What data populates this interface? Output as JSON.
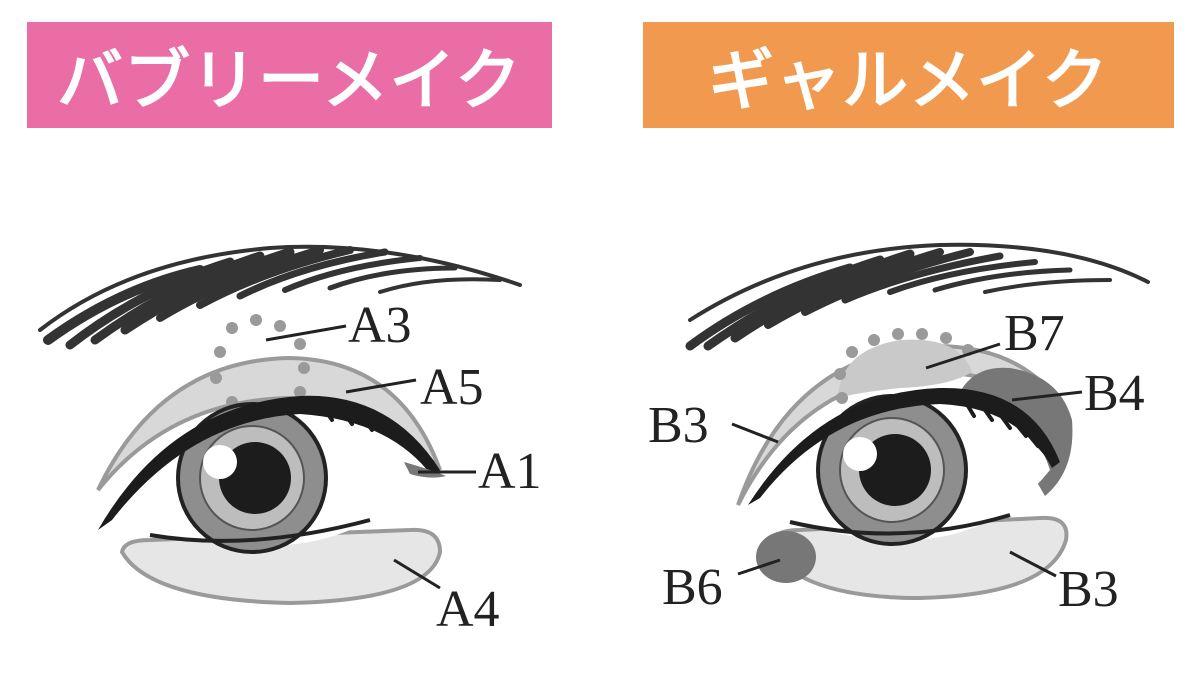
{
  "banners": {
    "left": {
      "text": "バブリーメイク",
      "color": "#ea6da6"
    },
    "right": {
      "text": "ギャルメイク",
      "color": "#f19a4f"
    }
  },
  "labels": {
    "A3": "A3",
    "A5": "A5",
    "A1": "A1",
    "A4": "A4",
    "B7": "B7",
    "B4": "B4",
    "B3_upper": "B3",
    "B6": "B6",
    "B3_lower": "B3"
  },
  "colors": {
    "ink": "#222222",
    "brow": "#333333",
    "lid_shadow": "#d8d8d8",
    "lid_outline": "#9a9a9a",
    "iris": "#8e8e8e",
    "dark_accent": "#777777"
  }
}
